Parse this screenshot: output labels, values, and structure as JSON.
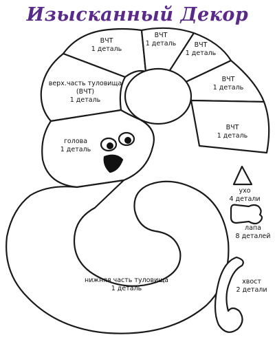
{
  "brand": {
    "text": "Изысканный Декор",
    "color": "#5a2a8a"
  },
  "pieces": {
    "back1": {
      "name": "ВЧТ",
      "qty": "1 деталь"
    },
    "back2": {
      "name": "ВЧТ",
      "qty": "1 деталь"
    },
    "back3": {
      "name": "ВЧТ",
      "qty": "1 деталь"
    },
    "back4": {
      "name": "ВЧТ",
      "qty": "1 деталь"
    },
    "back5": {
      "name": "ВЧТ",
      "qty": "1 деталь"
    },
    "upper_body": {
      "name": "верх.часть туловища",
      "abbr": "(ВЧТ)",
      "qty": "1 деталь"
    },
    "head": {
      "name": "голова",
      "qty": "1 деталь"
    },
    "ear": {
      "name": "ухо",
      "qty": "4 детали"
    },
    "paw": {
      "name": "лапа",
      "qty": "8 деталей"
    },
    "lower_body": {
      "name": "нижняя часть туловища",
      "qty": "1 деталь"
    },
    "tail": {
      "name": "хвост",
      "qty": "2 детали"
    }
  }
}
